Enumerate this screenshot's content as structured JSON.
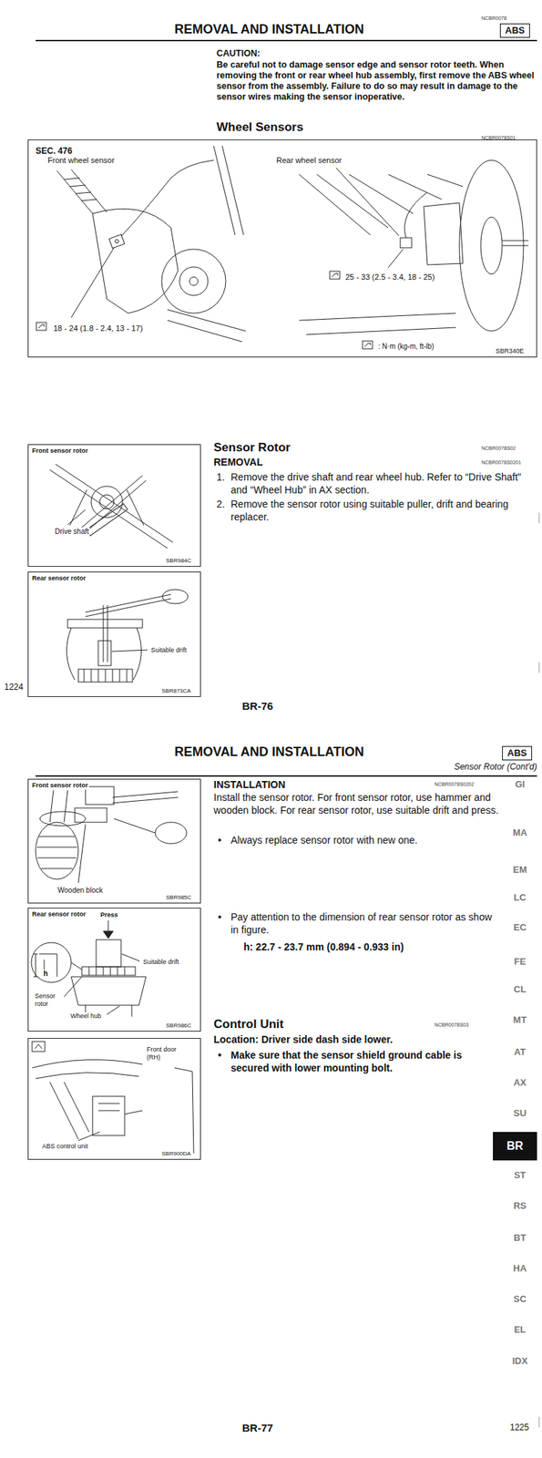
{
  "diagram": {
    "title": "REMOVAL AND INSTALLATION",
    "nodes": [
      {
        "text": [
          "ABS"
        ]
      },
      {
        "text": [
          "SEC. 476",
          "Front wheel sensor",
          "Rear wheel sensor",
          "18 - 24 (1.8 - 2.4, 13 - 17)",
          "25 - 33 (2.5 - 3.4, 18 - 25)",
          ": N·m (kg-m, ft-lb)",
          "SBR340E"
        ]
      },
      {
        "text": [
          "Front sensor rotor",
          "Drive shaft",
          "SBR984C"
        ]
      },
      {
        "text": [
          "Rear sensor rotor",
          "Suitable drift",
          "SBR873CA"
        ]
      },
      {
        "text": [
          "ABS"
        ]
      },
      {
        "text": [
          "Front sensor rotor",
          "Wooden block",
          "SBR985C"
        ]
      },
      {
        "text": [
          "Rear sensor rotor",
          "Press",
          "Suitable drift",
          "h",
          "Sensor rotor",
          "Wheel hub",
          "SBR986C"
        ]
      },
      {
        "text": [
          "Front door (RH)",
          "ABS control unit",
          "SBR900DA"
        ]
      },
      {
        "text": [
          "BR"
        ]
      }
    ],
    "labels": [
      "NCBR0078",
      "CAUTION:",
      "Be careful not to damage sensor edge and sensor rotor teeth. When removing the front or rear wheel hub assembly, first remove the ABS wheel sensor from the assembly. Failure to do so may result in damage to the sensor wires making the sensor inoperative.",
      "Wheel Sensors",
      "NCBR0078S01",
      "Sensor Rotor",
      "NCBR0078S02",
      "REMOVAL",
      "NCBR0078S0201",
      "1.",
      "Remove the drive shaft and rear wheel hub. Refer to “Drive Shaft” and “Wheel Hub” in AX section.",
      "2.",
      "Remove the sensor rotor using suitable puller, drift and bearing replacer.",
      "1224",
      "BR-76",
      "REMOVAL AND INSTALLATION",
      "Sensor Rotor (Cont'd)",
      "INSTALLATION",
      "NCBR0078S0202",
      "Install the sensor rotor. For front sensor rotor, use hammer and wooden block. For rear sensor rotor, use suitable drift and press.",
      "•",
      "Always replace sensor rotor with new one.",
      "•",
      "Pay attention to the dimension of rear sensor rotor as show in figure.",
      "h: 22.7 - 23.7 mm (0.894 - 0.933 in)",
      "Control Unit",
      "NCBR0078S03",
      "Location: Driver side dash side lower.",
      "•",
      "Make sure that the sensor shield ground cable is secured with lower mounting bolt.",
      "GI",
      "MA",
      "EM",
      "LC",
      "EC",
      "FE",
      "CL",
      "MT",
      "AT",
      "AX",
      "SU",
      "ST",
      "RS",
      "BT",
      "HA",
      "SC",
      "EL",
      "IDX",
      "BR-77",
      "1225"
    ]
  }
}
